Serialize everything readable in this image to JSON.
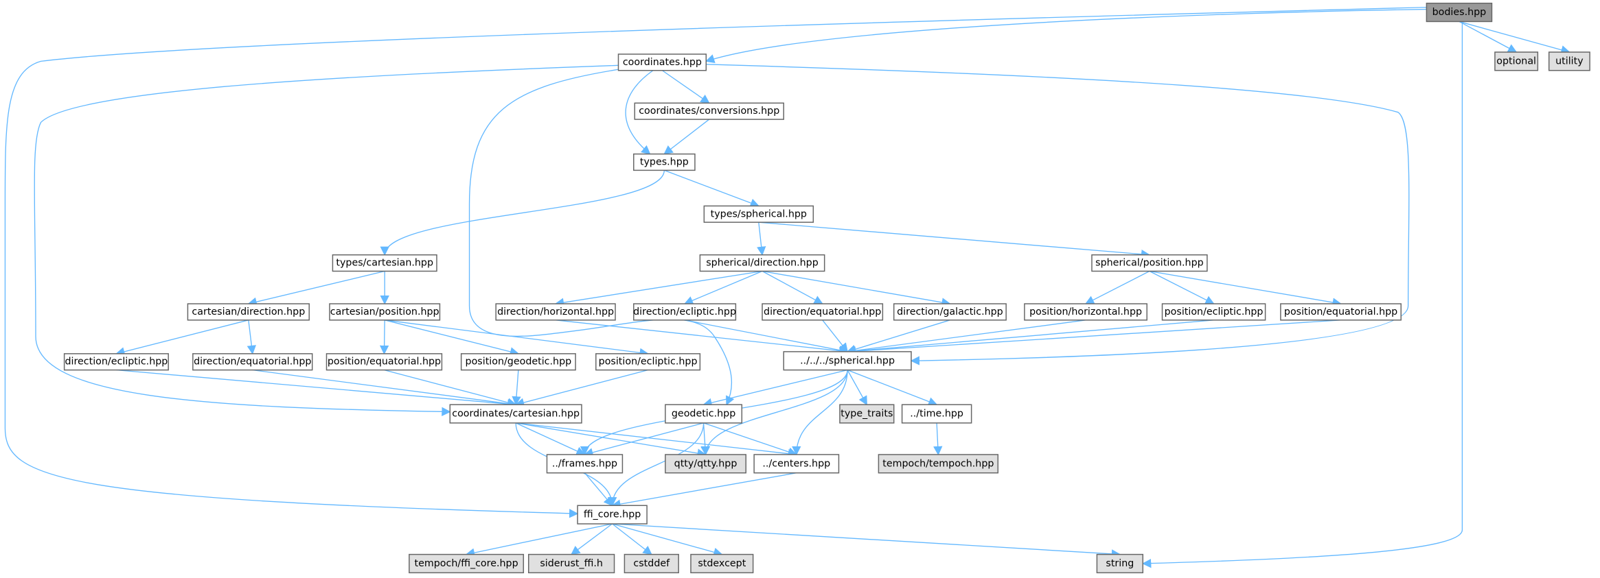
{
  "graph": {
    "title": "bodies.hpp",
    "colors": {
      "root_fill": "#999999",
      "node_fill": "#ffffff",
      "system_fill": "#e0e0e0",
      "edge": "#63b8ff",
      "border": "#666666"
    },
    "nodes": [
      {
        "id": "bodies",
        "label": "bodies.hpp",
        "kind": "root"
      },
      {
        "id": "optional",
        "label": "optional",
        "kind": "system"
      },
      {
        "id": "utility",
        "label": "utility",
        "kind": "system"
      },
      {
        "id": "coordinates",
        "label": "coordinates.hpp",
        "kind": "file"
      },
      {
        "id": "conversions",
        "label": "coordinates/conversions.hpp",
        "kind": "file"
      },
      {
        "id": "types",
        "label": "types.hpp",
        "kind": "file"
      },
      {
        "id": "types_spherical",
        "label": "types/spherical.hpp",
        "kind": "file"
      },
      {
        "id": "types_cartesian",
        "label": "types/cartesian.hpp",
        "kind": "file"
      },
      {
        "id": "sph_direction",
        "label": "spherical/direction.hpp",
        "kind": "file"
      },
      {
        "id": "sph_position",
        "label": "spherical/position.hpp",
        "kind": "file"
      },
      {
        "id": "cart_direction",
        "label": "cartesian/direction.hpp",
        "kind": "file"
      },
      {
        "id": "cart_position",
        "label": "cartesian/position.hpp",
        "kind": "file"
      },
      {
        "id": "dir_horizontal",
        "label": "direction/horizontal.hpp",
        "kind": "file"
      },
      {
        "id": "dir_ecliptic_s",
        "label": "direction/ecliptic.hpp",
        "kind": "file"
      },
      {
        "id": "dir_equatorial_s",
        "label": "direction/equatorial.hpp",
        "kind": "file"
      },
      {
        "id": "dir_galactic",
        "label": "direction/galactic.hpp",
        "kind": "file"
      },
      {
        "id": "pos_horizontal",
        "label": "position/horizontal.hpp",
        "kind": "file"
      },
      {
        "id": "pos_ecliptic_s",
        "label": "position/ecliptic.hpp",
        "kind": "file"
      },
      {
        "id": "pos_equatorial_s",
        "label": "position/equatorial.hpp",
        "kind": "file"
      },
      {
        "id": "dir_ecliptic_c",
        "label": "direction/ecliptic.hpp",
        "kind": "file"
      },
      {
        "id": "dir_equatorial_c",
        "label": "direction/equatorial.hpp",
        "kind": "file"
      },
      {
        "id": "pos_equatorial_c",
        "label": "position/equatorial.hpp",
        "kind": "file"
      },
      {
        "id": "pos_geodetic",
        "label": "position/geodetic.hpp",
        "kind": "file"
      },
      {
        "id": "pos_ecliptic_c",
        "label": "position/ecliptic.hpp",
        "kind": "file"
      },
      {
        "id": "spherical",
        "label": "../../../spherical.hpp",
        "kind": "file"
      },
      {
        "id": "cartesian",
        "label": "coordinates/cartesian.hpp",
        "kind": "file"
      },
      {
        "id": "geodetic",
        "label": "geodetic.hpp",
        "kind": "file"
      },
      {
        "id": "type_traits",
        "label": "type_traits",
        "kind": "system"
      },
      {
        "id": "time",
        "label": "../time.hpp",
        "kind": "file"
      },
      {
        "id": "frames",
        "label": "../frames.hpp",
        "kind": "file"
      },
      {
        "id": "qtty",
        "label": "qtty/qtty.hpp",
        "kind": "system"
      },
      {
        "id": "centers",
        "label": "../centers.hpp",
        "kind": "file"
      },
      {
        "id": "tempoch",
        "label": "tempoch/tempoch.hpp",
        "kind": "system"
      },
      {
        "id": "ffi_core",
        "label": "ffi_core.hpp",
        "kind": "file"
      },
      {
        "id": "tempoch_ffi",
        "label": "tempoch/ffi_core.hpp",
        "kind": "system"
      },
      {
        "id": "siderust_ffi",
        "label": "siderust_ffi.h",
        "kind": "system"
      },
      {
        "id": "cstddef",
        "label": "cstddef",
        "kind": "system"
      },
      {
        "id": "stdexcept",
        "label": "stdexcept",
        "kind": "system"
      },
      {
        "id": "string",
        "label": "string",
        "kind": "system"
      }
    ],
    "edges": [
      [
        "bodies",
        "coordinates"
      ],
      [
        "bodies",
        "ffi_core"
      ],
      [
        "bodies",
        "optional"
      ],
      [
        "bodies",
        "utility"
      ],
      [
        "bodies",
        "string"
      ],
      [
        "coordinates",
        "conversions"
      ],
      [
        "coordinates",
        "types"
      ],
      [
        "coordinates",
        "spherical"
      ],
      [
        "coordinates",
        "cartesian"
      ],
      [
        "coordinates",
        "geodetic"
      ],
      [
        "conversions",
        "types"
      ],
      [
        "types",
        "types_spherical"
      ],
      [
        "types",
        "types_cartesian"
      ],
      [
        "types_spherical",
        "sph_direction"
      ],
      [
        "types_spherical",
        "sph_position"
      ],
      [
        "types_cartesian",
        "cart_direction"
      ],
      [
        "types_cartesian",
        "cart_position"
      ],
      [
        "cart_direction",
        "dir_ecliptic_c"
      ],
      [
        "cart_direction",
        "dir_equatorial_c"
      ],
      [
        "cart_position",
        "pos_equatorial_c"
      ],
      [
        "cart_position",
        "pos_geodetic"
      ],
      [
        "cart_position",
        "pos_ecliptic_c"
      ],
      [
        "sph_direction",
        "dir_horizontal"
      ],
      [
        "sph_direction",
        "dir_ecliptic_s"
      ],
      [
        "sph_direction",
        "dir_equatorial_s"
      ],
      [
        "sph_direction",
        "dir_galactic"
      ],
      [
        "sph_position",
        "pos_horizontal"
      ],
      [
        "sph_position",
        "pos_ecliptic_s"
      ],
      [
        "sph_position",
        "pos_equatorial_s"
      ],
      [
        "dir_horizontal",
        "spherical"
      ],
      [
        "dir_ecliptic_s",
        "spherical"
      ],
      [
        "dir_equatorial_s",
        "spherical"
      ],
      [
        "dir_galactic",
        "spherical"
      ],
      [
        "pos_horizontal",
        "spherical"
      ],
      [
        "pos_ecliptic_s",
        "spherical"
      ],
      [
        "pos_equatorial_s",
        "spherical"
      ],
      [
        "dir_ecliptic_c",
        "cartesian"
      ],
      [
        "dir_equatorial_c",
        "cartesian"
      ],
      [
        "pos_equatorial_c",
        "cartesian"
      ],
      [
        "pos_geodetic",
        "cartesian"
      ],
      [
        "pos_ecliptic_c",
        "cartesian"
      ],
      [
        "spherical",
        "geodetic"
      ],
      [
        "spherical",
        "type_traits"
      ],
      [
        "spherical",
        "time"
      ],
      [
        "spherical",
        "frames"
      ],
      [
        "spherical",
        "qtty"
      ],
      [
        "spherical",
        "centers"
      ],
      [
        "cartesian",
        "frames"
      ],
      [
        "cartesian",
        "qtty"
      ],
      [
        "cartesian",
        "centers"
      ],
      [
        "cartesian",
        "ffi_core"
      ],
      [
        "geodetic",
        "frames"
      ],
      [
        "geodetic",
        "qtty"
      ],
      [
        "geodetic",
        "centers"
      ],
      [
        "geodetic",
        "ffi_core"
      ],
      [
        "time",
        "tempoch"
      ],
      [
        "frames",
        "ffi_core"
      ],
      [
        "centers",
        "ffi_core"
      ],
      [
        "ffi_core",
        "tempoch_ffi"
      ],
      [
        "ffi_core",
        "siderust_ffi"
      ],
      [
        "ffi_core",
        "cstddef"
      ],
      [
        "ffi_core",
        "stdexcept"
      ],
      [
        "ffi_core",
        "string"
      ]
    ]
  }
}
